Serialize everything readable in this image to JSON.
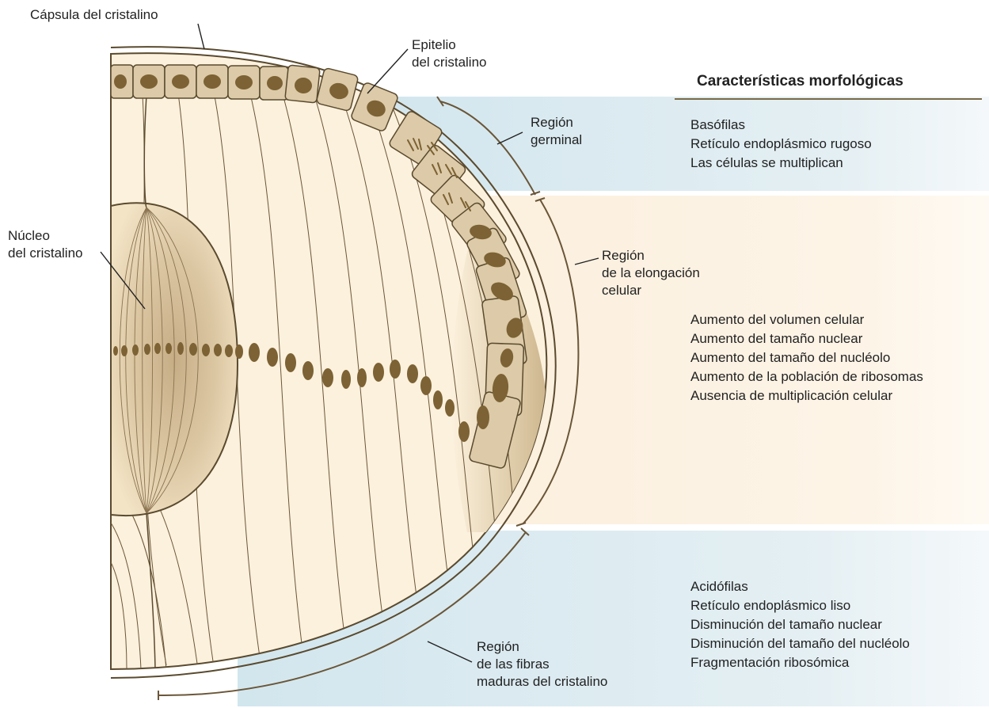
{
  "labels": {
    "capsule": "Cápsula del cristalino",
    "epithelium": [
      "Epitelio",
      "del cristalino"
    ],
    "nucleus": [
      "Núcleo",
      "del cristalino"
    ],
    "germinal": [
      "Región",
      "germinal"
    ],
    "elongation": [
      "Región",
      "de la elongación",
      "celular"
    ],
    "mature": [
      "Región",
      "de las fibras",
      "maduras del cristalino"
    ]
  },
  "features": {
    "header": "Características morfológicas",
    "germinal": [
      "Basófilas",
      "Retículo endoplásmico rugoso",
      "Las células se multiplican"
    ],
    "elongation": [
      "Aumento del volumen celular",
      "Aumento del tamaño nuclear",
      "Aumento del tamaño del nucléolo",
      "Aumento de la población de ribosomas",
      "Ausencia de multiplicación celular"
    ],
    "mature": [
      "Acidófilas",
      "Retículo endoplásmico liso",
      "Disminución del tamaño nuclear",
      "Disminución del tamaño del nucléolo",
      "Fragmentación ribosómica"
    ]
  },
  "colors": {
    "germinal_band": "#dcebf0",
    "elongation_band": "#fcefdc",
    "mature_band": "#dcebf0",
    "lens_fill": "#fcf1dd",
    "cell_fill": "#dccaa8",
    "cell_nucleus": "#7c6234",
    "outline": "#5a4a2e"
  }
}
